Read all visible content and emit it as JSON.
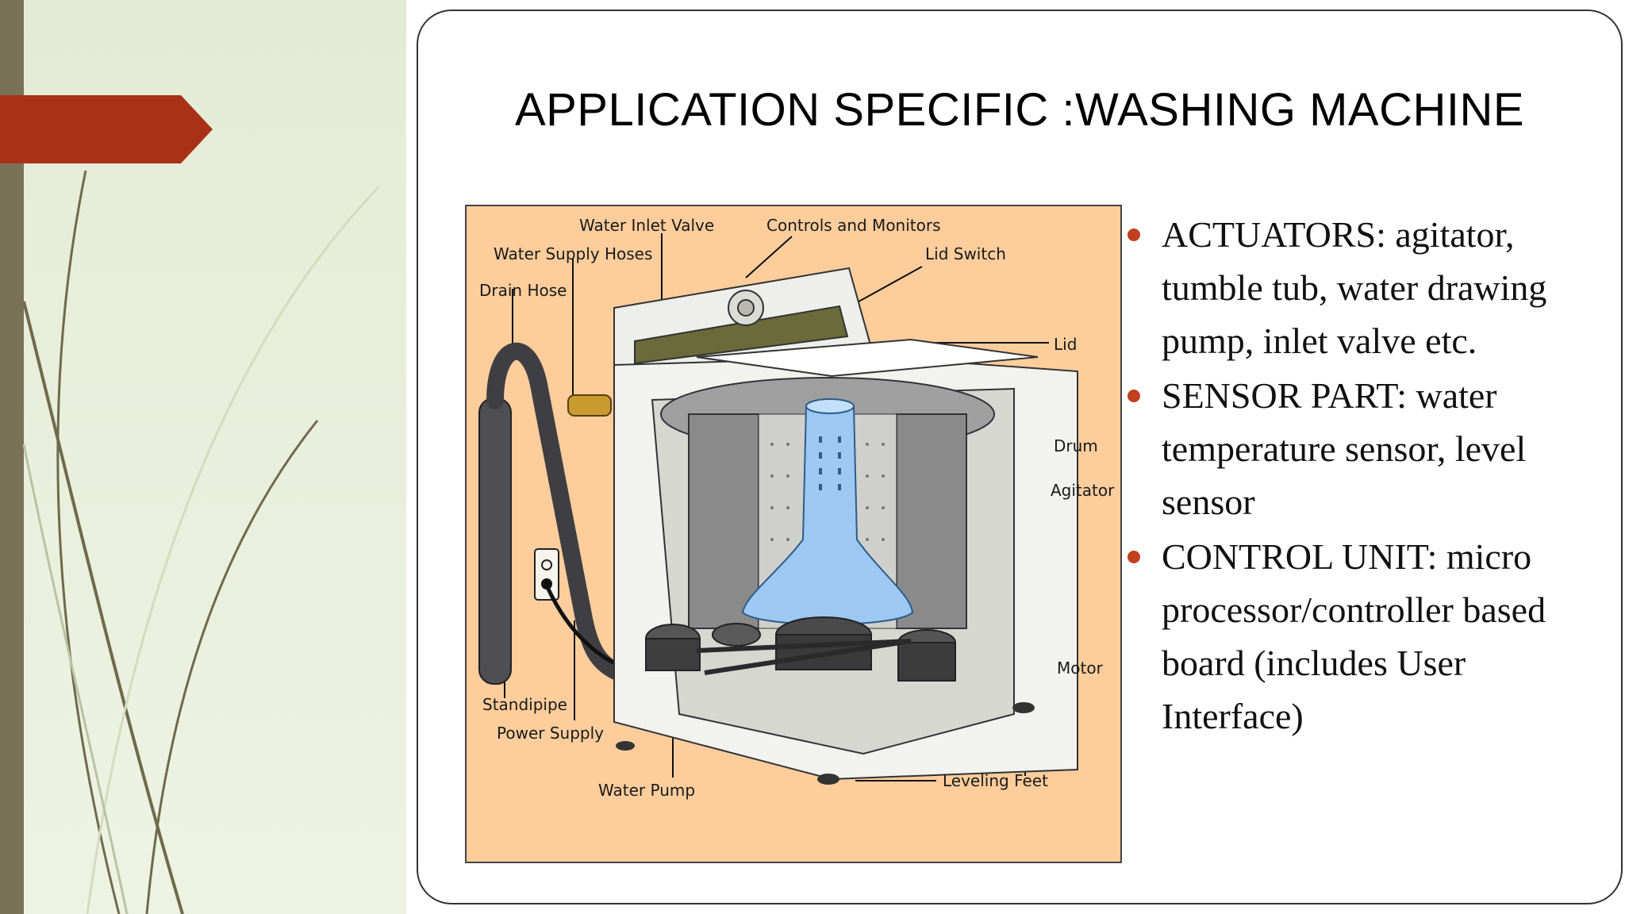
{
  "slide": {
    "title": "APPLICATION SPECIFIC :WASHING MACHINE"
  },
  "colors": {
    "accent": "#a83218",
    "left_bar": "#7a7257",
    "left_bg": "#e6edd7",
    "diagram_bg": "#fdcd9c",
    "bullet": "#c0401f"
  },
  "diagram": {
    "labels": {
      "water_inlet_valve": "Water Inlet Valve",
      "controls_and_monitors": "Controls and Monitors",
      "water_supply_hoses": "Water Supply Hoses",
      "lid_switch": "Lid Switch",
      "drain_hose": "Drain Hose",
      "lid": "Lid",
      "drum": "Drum",
      "agitator": "Agitator",
      "motor": "Motor",
      "standpipe": "Standipipe",
      "power_supply": "Power Supply",
      "leveling_feet": "Leveling Feet",
      "water_pump": "Water Pump"
    }
  },
  "bullets": [
    "ACTUATORS: agitator, tumble tub, water drawing pump, inlet valve etc.",
    "SENSOR PART: water temperature sensor, level sensor",
    "CONTROL UNIT: micro processor/controller based board (includes User Interface)"
  ]
}
